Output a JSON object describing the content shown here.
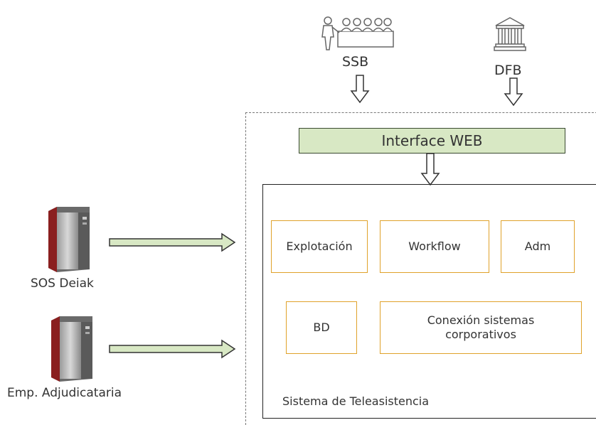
{
  "actors": {
    "ssb": {
      "label": "SSB",
      "icon": "meeting-people-icon"
    },
    "dfb": {
      "label": "DFB",
      "icon": "government-building-icon"
    }
  },
  "interface_web": {
    "label": "Interface WEB",
    "color": "#d8e8c4"
  },
  "system": {
    "label": "Sistema de Teleasistencia",
    "modules": [
      {
        "label": "Explotación"
      },
      {
        "label": "Workflow"
      },
      {
        "label": "Adm"
      },
      {
        "label": "BD"
      },
      {
        "label": "Conexión sistemas\ncorporativos"
      }
    ],
    "module_border_color": "#e0a22a"
  },
  "servers": [
    {
      "label": "SOS Deiak",
      "icon": "server-tower-icon"
    },
    {
      "label": "Emp. Adjudicataria",
      "icon": "server-tower-icon"
    }
  ]
}
